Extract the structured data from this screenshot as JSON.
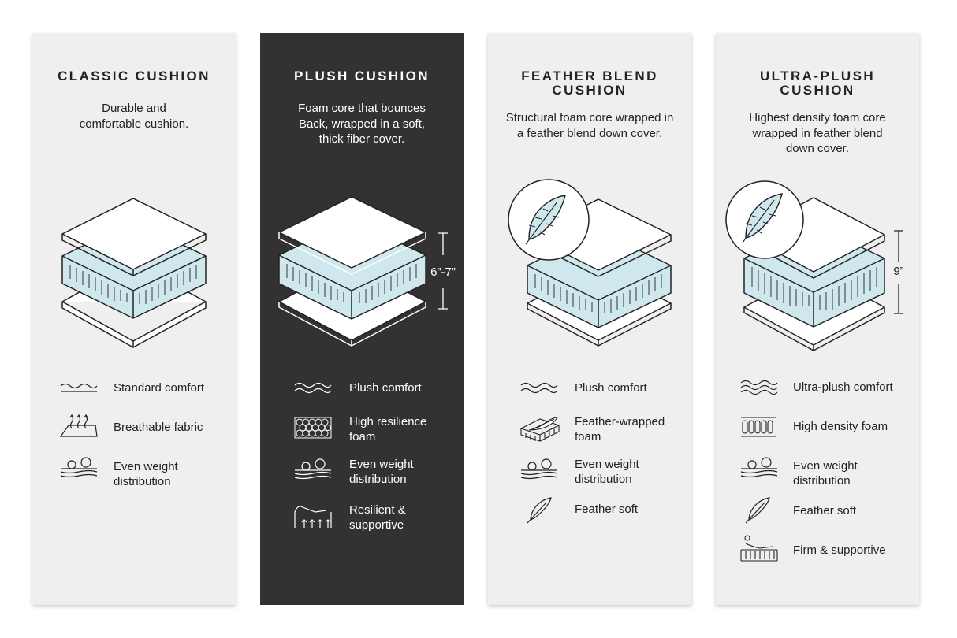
{
  "colors": {
    "foam": "#cfe8ee",
    "dark_card": "#333230",
    "light_card": "#efefef",
    "ink": "#222222"
  },
  "cards": [
    {
      "title": "CLASSIC CUSHION",
      "description": "Durable and\ncomfortable cushion.",
      "features": [
        {
          "icon": "wave-line-icon",
          "label": "Standard comfort"
        },
        {
          "icon": "breathable-fabric-icon",
          "label": "Breathable fabric"
        },
        {
          "icon": "weight-distribution-icon",
          "label": "Even weight\ndistribution"
        }
      ]
    },
    {
      "title": "PLUSH CUSHION",
      "description": "Foam core that bounces\nBack, wrapped in a soft,\nthick fiber cover.",
      "height_label": "6”-7”",
      "features": [
        {
          "icon": "double-wave-icon",
          "label": "Plush comfort"
        },
        {
          "icon": "honeycomb-foam-icon",
          "label": "High resilience\nfoam"
        },
        {
          "icon": "weight-distribution-icon",
          "label": "Even weight\ndistribution"
        },
        {
          "icon": "resilient-support-icon",
          "label": "Resilient &\nsupportive"
        }
      ]
    },
    {
      "title": "FEATHER BLEND\nCUSHION",
      "description": "Structural foam core wrapped in\na feather blend down cover.",
      "features": [
        {
          "icon": "double-wave-icon",
          "label": "Plush comfort"
        },
        {
          "icon": "feather-wrapped-foam-icon",
          "label": "Feather-wrapped\nfoam"
        },
        {
          "icon": "weight-distribution-icon",
          "label": "Even weight\ndistribution"
        },
        {
          "icon": "feather-icon",
          "label": "Feather soft"
        }
      ]
    },
    {
      "title": "ULTRA-PLUSH\nCUSHION",
      "description": "Highest density foam core\nwrapped in feather blend\ndown cover.",
      "height_label": "9”",
      "features": [
        {
          "icon": "triple-wave-icon",
          "label": "Ultra-plush comfort"
        },
        {
          "icon": "high-density-foam-icon",
          "label": "High density foam"
        },
        {
          "icon": "weight-distribution-icon",
          "label": "Even weight\ndistribution"
        },
        {
          "icon": "feather-icon",
          "label": "Feather soft"
        },
        {
          "icon": "firm-support-icon",
          "label": "Firm & supportive"
        }
      ]
    }
  ]
}
